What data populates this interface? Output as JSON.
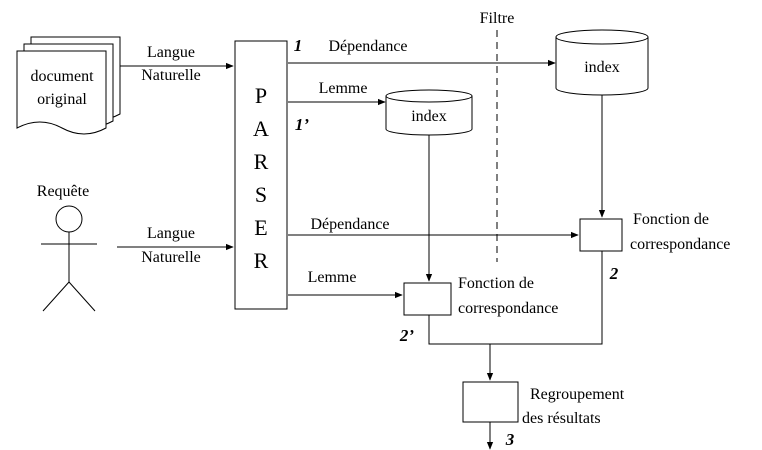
{
  "documents": {
    "label_line1": "document",
    "label_line2": "original"
  },
  "inputs": {
    "doc_language_line1": "Langue",
    "doc_language_line2": "Naturelle",
    "query_language_line1": "Langue",
    "query_language_line2": "Naturelle"
  },
  "query": {
    "label": "Requête"
  },
  "parser": {
    "letters": [
      "P",
      "A",
      "R",
      "S",
      "E",
      "R"
    ]
  },
  "filter": {
    "label": "Filtre"
  },
  "edges": {
    "dependance_doc": "Dépendance",
    "lemme_doc": "Lemme",
    "dependance_query": "Dépendance",
    "lemme_query": "Lemme"
  },
  "indexes": {
    "index_dependance": "index",
    "index_lemme": "index"
  },
  "match_dependance": {
    "line1": "Fonction de",
    "line2": "correspondance"
  },
  "match_lemme": {
    "line1": "Fonction de",
    "line2": "correspondance"
  },
  "regroup": {
    "line1": "Regroupement",
    "line2": "des résultats"
  },
  "step_numbers": {
    "n1": "1",
    "n1p": "1’",
    "n2": "2",
    "n2p": "2’",
    "n3": "3"
  }
}
